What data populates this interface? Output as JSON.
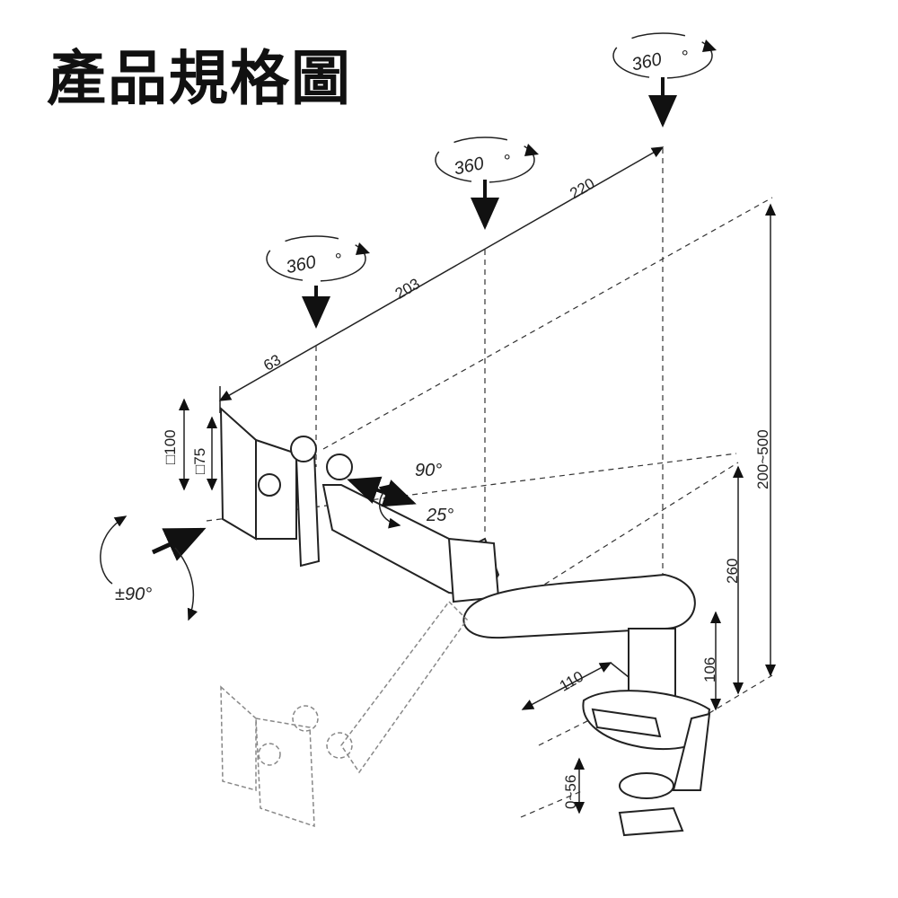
{
  "title": "產品規格圖",
  "rotations": [
    {
      "label": "360"
    },
    {
      "label": "360"
    },
    {
      "label": "360"
    }
  ],
  "degree_symbol": "°",
  "arm_dimensions": {
    "d1": "63",
    "d2": "203",
    "d3": "220"
  },
  "vesa": {
    "large": "□100",
    "small": "□75"
  },
  "tilt": {
    "up": "90°",
    "down": "25°"
  },
  "swivel": "±90°",
  "heights": {
    "total": "200~500",
    "pole": "260",
    "base": "106",
    "clamp": "0~56",
    "depth": "110"
  }
}
